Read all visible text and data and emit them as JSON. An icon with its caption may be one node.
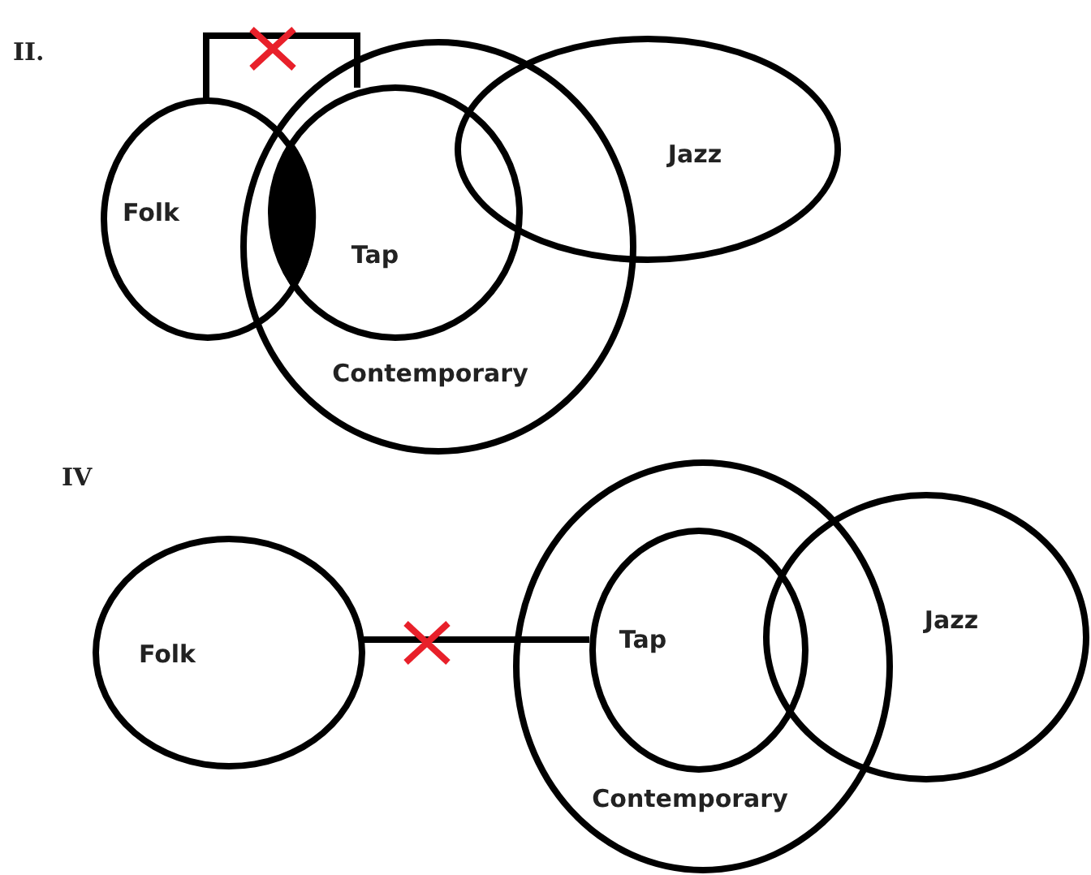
{
  "diagram": {
    "nodes": [
      {
        "text": [
          "Folk"
        ]
      },
      {
        "text": [
          "Contemporary"
        ]
      },
      {
        "text": [
          "Tap"
        ],
        "in": 1
      },
      {
        "text": [
          "Jazz"
        ]
      },
      {
        "text": [
          "Folk"
        ]
      },
      {
        "text": [
          "Contemporary"
        ]
      },
      {
        "text": [
          "Tap"
        ],
        "in": 5
      },
      {
        "text": [
          "Jazz"
        ]
      },
      {
        "text": [],
        "shape": "lens"
      }
    ],
    "edges": [
      {
        "from": 0,
        "to": 2,
        "arrow": "none"
      },
      {
        "from": 4,
        "to": 6,
        "arrow": "none"
      }
    ],
    "labels": [
      "II.",
      "IV"
    ]
  }
}
